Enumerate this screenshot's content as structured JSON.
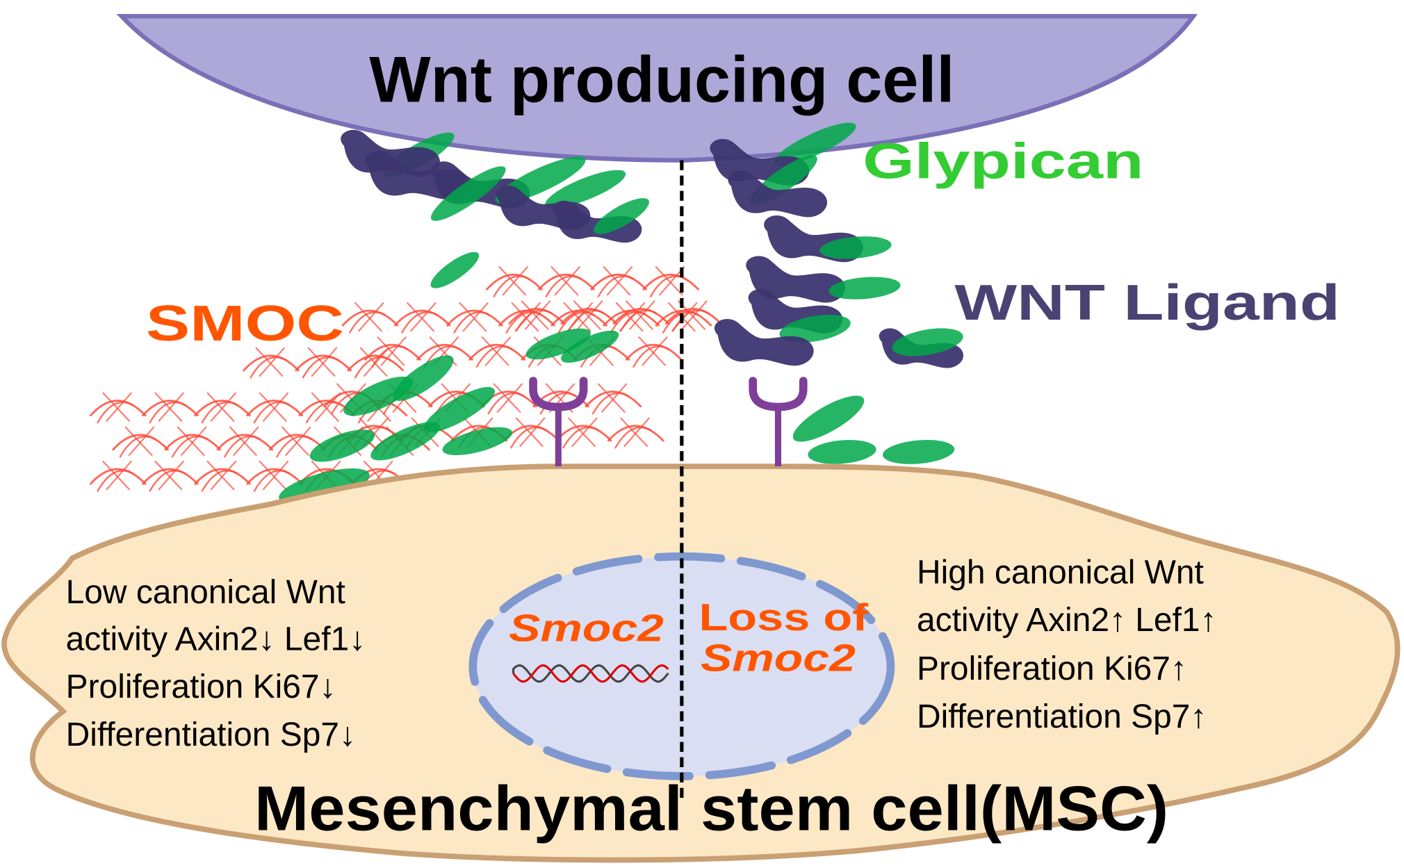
{
  "title": "Smoc2 regulation of canonical Wnt signaling in mesenchymal stem cells",
  "labels": {
    "wnt_producing_cell": "Wnt producing cell",
    "glypican": "Glypican",
    "wnt_ligand": "WNT Ligand",
    "smoc": "SMOC",
    "msc": "Mesenchymal stem cell(MSC)",
    "nucleus_left": "Smoc2",
    "nucleus_right_line1": "Loss of",
    "nucleus_right_line2": "Smoc2"
  },
  "left_panel": {
    "condition": "Smoc2 present",
    "lines": [
      "Low canonical Wnt",
      "activity Axin2↓ Lef1↓",
      "Proliferation Ki67↓",
      "Differentiation Sp7↓"
    ]
  },
  "right_panel": {
    "condition": "Loss of Smoc2",
    "lines": [
      "High canonical Wnt",
      "activity Axin2↑ Lef1↑",
      "Proliferation Ki67↑",
      "Differentiation Sp7↑"
    ]
  },
  "colors": {
    "wnt_cell_fill": "#aea8d8",
    "wnt_cell_stroke": "#7a70b8",
    "glypican": "#00a84a",
    "glypican_label": "#33cc33",
    "wnt_ligand": "#3d3570",
    "wnt_ligand_label": "#4a4272",
    "smoc": "#ff4a3a",
    "smoc_label": "#ff5500",
    "receptor": "#7e3f98",
    "msc_fill": "#fde8c6",
    "msc_stroke": "#c9a073",
    "nucleus_fill": "#d9def2",
    "nucleus_stroke": "#7f98cf",
    "text": "#000000"
  }
}
